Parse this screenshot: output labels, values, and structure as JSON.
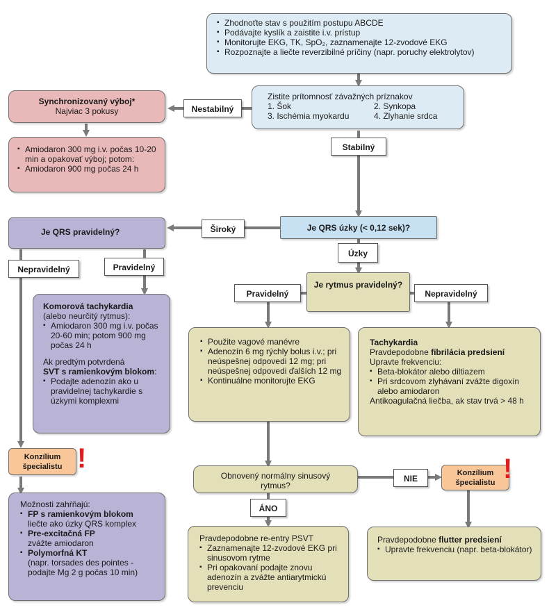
{
  "top": {
    "items": [
      "Zhodnoťte stav s použitím postupu ABCDE",
      "Podávajte kyslík a zaistite i.v. prístup",
      "Monitorujte  EKG, TK, SpO₂, zaznamenajte 12-zvodové EKG",
      "Rozpoznajte a liečte reverzibilné príčiny (napr. poruchy elektrolytov)"
    ]
  },
  "symptoms": {
    "title": "Zistite prítomnosť závažných príznakov",
    "items": [
      "1. Šok",
      "2. Synkopa",
      "3. Ischémia myokardu",
      "4. Zlyhanie srdca"
    ]
  },
  "shock": {
    "title": "Synchronizovaný výboj*",
    "subtitle": "Najviac 3 pokusy"
  },
  "amio": {
    "items": [
      "Amiodaron 300 mg i.v. počas 10-20 min a opakovať výboj; potom:",
      "Amiodaron 900 mg počas 24 h"
    ]
  },
  "labels": {
    "unstable": "Nestabilný",
    "stable": "Stabilný",
    "wide": "Široký",
    "narrow": "Úzky",
    "irregular_left": "Nepravidelný",
    "regular_left": "Pravidelný",
    "regular_mid": "Pravidelný",
    "irregular_right": "Nepravidelný",
    "no": "NIE",
    "yes": "ÁNO"
  },
  "narrow_q": {
    "text": "Je QRS úzky (< 0,12 sek)?"
  },
  "qrs_regular": {
    "text": "Je QRS pravidelný?"
  },
  "vt": {
    "title": "Komorová tachykardia",
    "subtitle": "(alebo neurčitý rytmus):",
    "items": [
      "Amiodaron 300 mg i.v. počas 20-60 min; potom 900 mg počas 24 h"
    ],
    "para1": "Ak predtým potvrdená",
    "para_bold": "SVT s ramienkovým blokom",
    "para_end": ":",
    "items2": [
      "Podajte adenozín ako u pravidelnej tachykardie s úzkymi komplexmi"
    ]
  },
  "consult_left": {
    "text": "Konzílium špecialistu",
    "mark": "!"
  },
  "options": {
    "title": "Možnosti zahŕňajú:",
    "entries": [
      {
        "bold": "FP s ramienkovým blokom",
        "text": "liečte ako úzky QRS komplex"
      },
      {
        "bold": "Pre-excitačná FP",
        "text": "zvážte  amiodaron"
      },
      {
        "bold": "Polymorfná KT",
        "text": "(napr. torsades des pointes - podajte Mg 2 g počas 10 min)"
      }
    ]
  },
  "rhythm_q": {
    "text": "Je rytmus pravidelný?"
  },
  "vagal": {
    "items": [
      "Použite vagové manévre",
      "Adenozín 6 mg rýchly bolus i.v.; pri neúspešnej odpovedi 12 mg; pri neúspešnej odpovedi ďalších 12 mg",
      "Kontinuálne monitorujte EKG"
    ]
  },
  "af": {
    "title_pre": "Tachykardia",
    "subtitle_pre": "Pravdepodobne ",
    "subtitle_bold": "fibrilácia predsiení",
    "line": "Upravte frekvenciu:",
    "items": [
      "Beta-blokátor alebo diltiazem",
      "Pri srdcovom zlyhávaní zvážte digoxín alebo amiodaron"
    ],
    "tail": "Antikoagulačná liečba, ak stav trvá > 48 h"
  },
  "sinus_q": {
    "text": "Obnovený normálny sinusový rytmus?"
  },
  "consult_right": {
    "text": "Konzílium špecialistu",
    "mark": "!"
  },
  "psvt": {
    "title": "Pravdepodobne re-entry PSVT",
    "items": [
      "Zaznamenajte 12-zvodové EKG pri sinusovom rytme",
      "Pri opakovaní podajte znovu adenozín a zvážte antiarytmickú prevenciu"
    ]
  },
  "flutter": {
    "title_pre": "Pravdepodobne ",
    "title_bold": "flutter predsiení",
    "items": [
      "Upravte frekvenciu (napr. beta-blokátor)"
    ]
  }
}
